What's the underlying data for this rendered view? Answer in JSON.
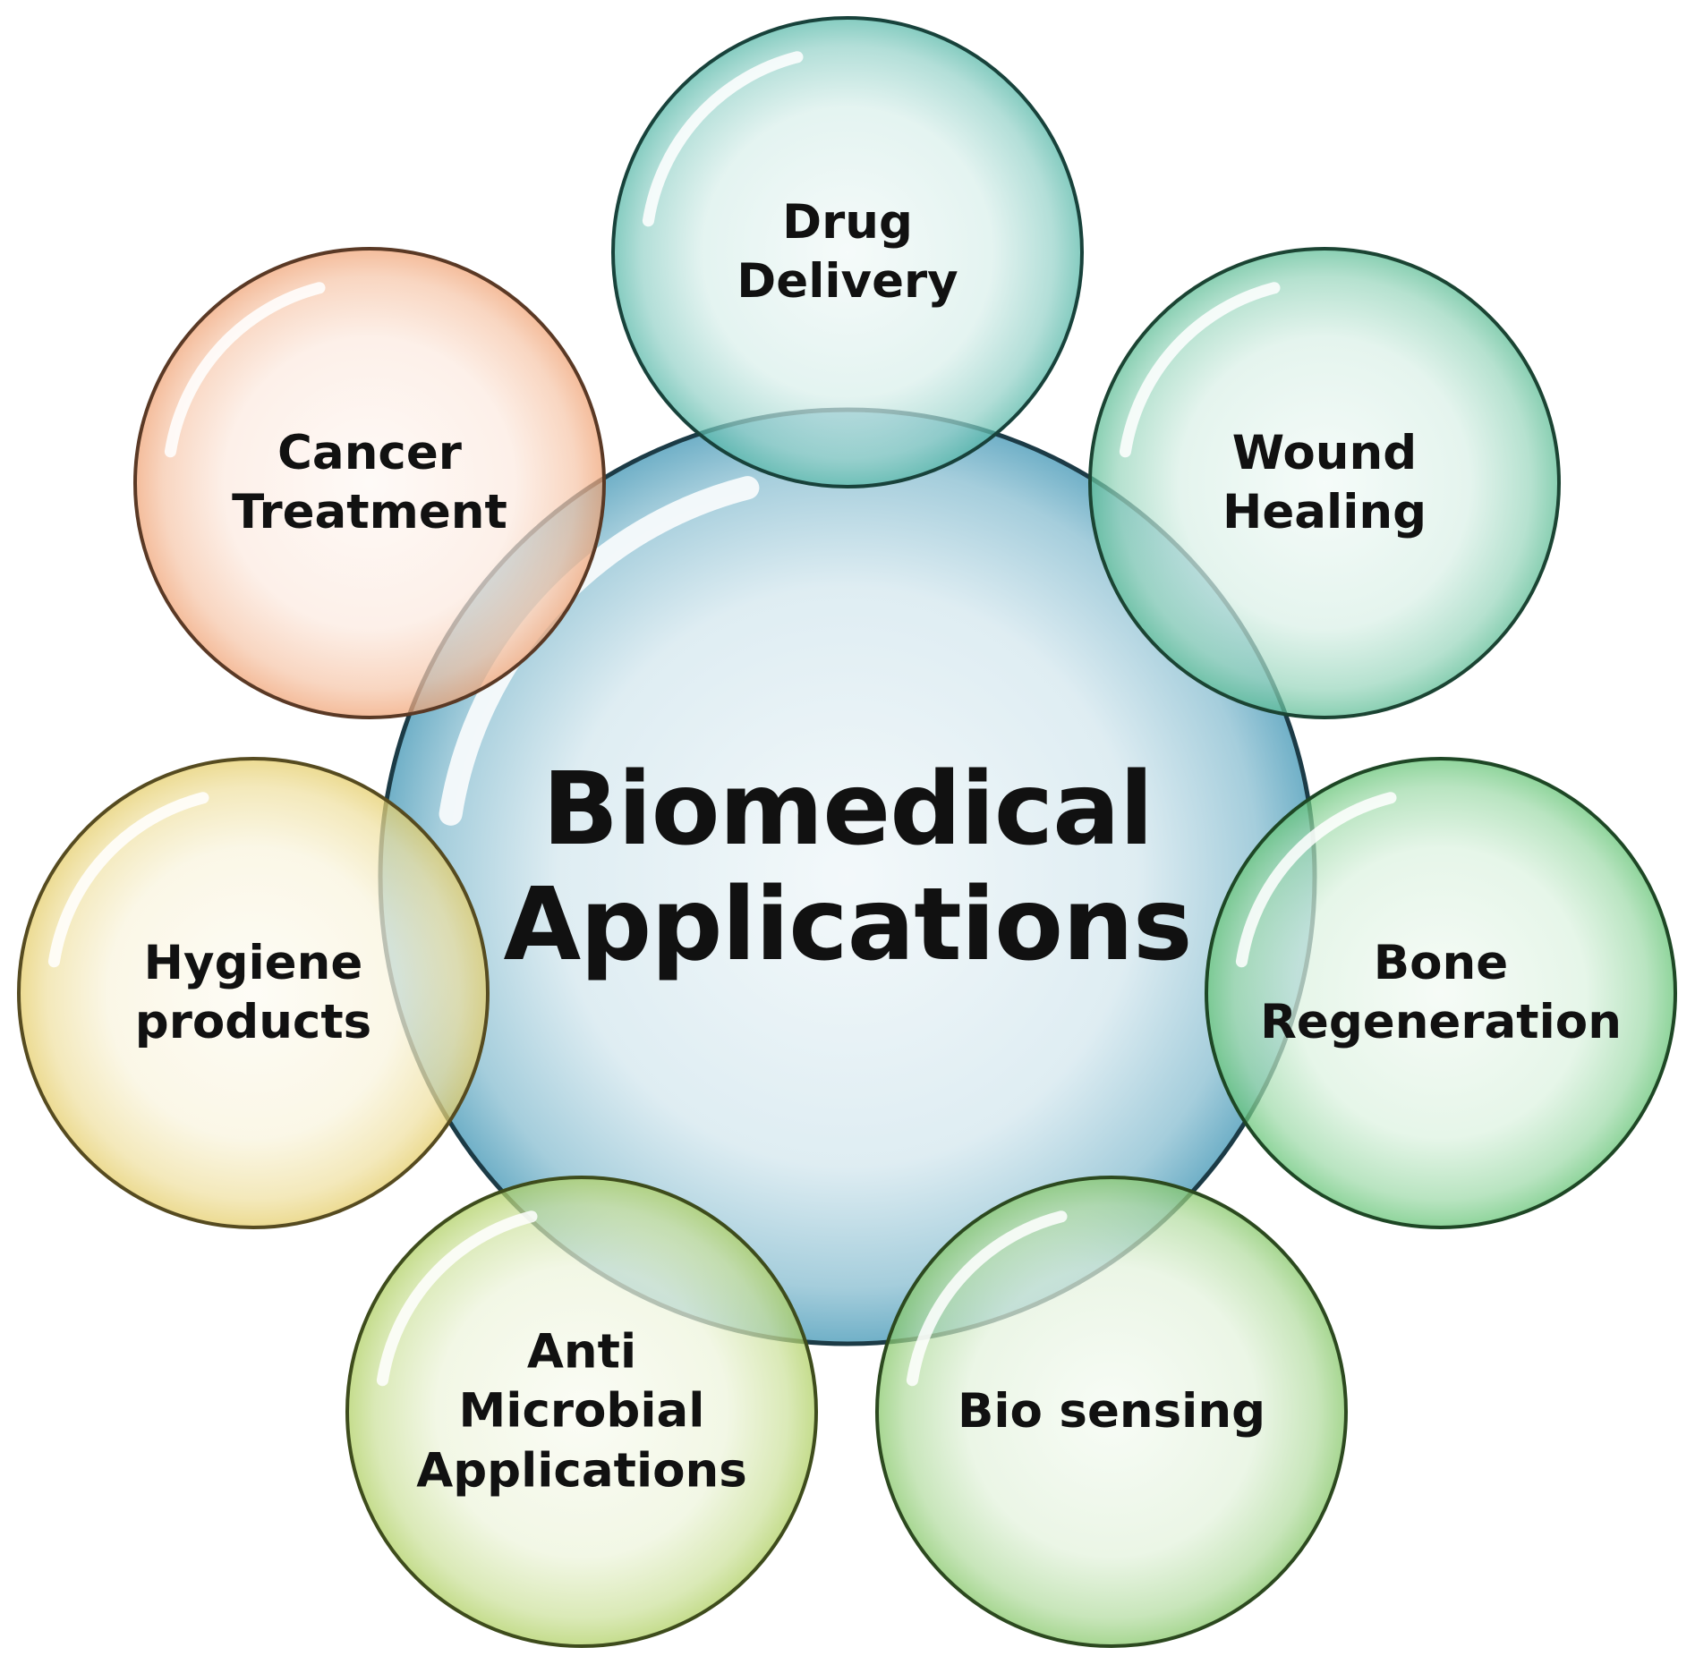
{
  "center": {
    "lines": [
      "Biomedical",
      "Applications"
    ],
    "color": "#4a9bb8"
  },
  "satellites": [
    {
      "id": "drug-delivery",
      "lines": [
        "Drug",
        "Delivery"
      ],
      "color": "#3fae9c"
    },
    {
      "id": "wound-healing",
      "lines": [
        "Wound",
        "Healing"
      ],
      "color": "#46b487"
    },
    {
      "id": "bone-regeneration",
      "lines": [
        "Bone",
        "Regeneration"
      ],
      "color": "#4fbc62"
    },
    {
      "id": "bio-sensing",
      "lines": [
        "Bio sensing"
      ],
      "color": "#74bf52"
    },
    {
      "id": "anti-microbial-applications",
      "lines": [
        "Anti",
        "Microbial",
        "Applications"
      ],
      "color": "#a3c94a"
    },
    {
      "id": "hygiene-products",
      "lines": [
        "Hygiene",
        "products"
      ],
      "color": "#e1c653"
    },
    {
      "id": "cancer-treatment",
      "lines": [
        "Cancer",
        "Treatment"
      ],
      "color": "#ee9762"
    }
  ]
}
